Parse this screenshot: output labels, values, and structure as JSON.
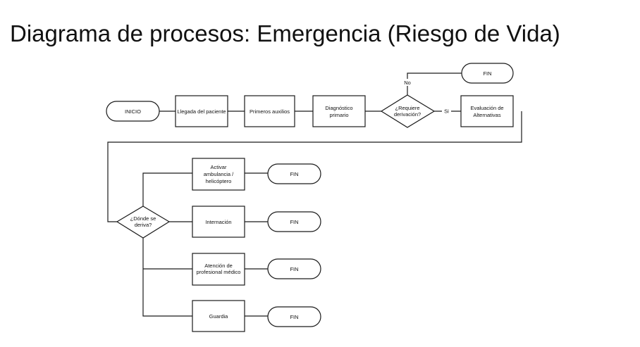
{
  "title": "Diagrama de procesos: Emergencia (Riesgo de Vida)",
  "nodes": {
    "start": "INICIO",
    "arrival": "Llegada del paciente",
    "first_aid": "Primeros auxilios",
    "diagnosis": [
      "Diagnóstico",
      "primario"
    ],
    "needs_referral": [
      "¿Requiere",
      "derivación?"
    ],
    "evaluation": [
      "Evaluación de",
      "Alternativas"
    ],
    "end_top": "FIN",
    "where_referred": [
      "¿Dónde se",
      "deriva?"
    ],
    "ambulance": [
      "Activar",
      "ambulancia /",
      "helicóptero"
    ],
    "hospitalization": "Internación",
    "professional": [
      "Atención de",
      "profesional médico"
    ],
    "guard": "Guardia",
    "end_1": "FIN",
    "end_2": "FIN",
    "end_3": "FIN",
    "end_4": "FIN"
  },
  "edge_labels": {
    "no": "No",
    "yes": "Si"
  }
}
